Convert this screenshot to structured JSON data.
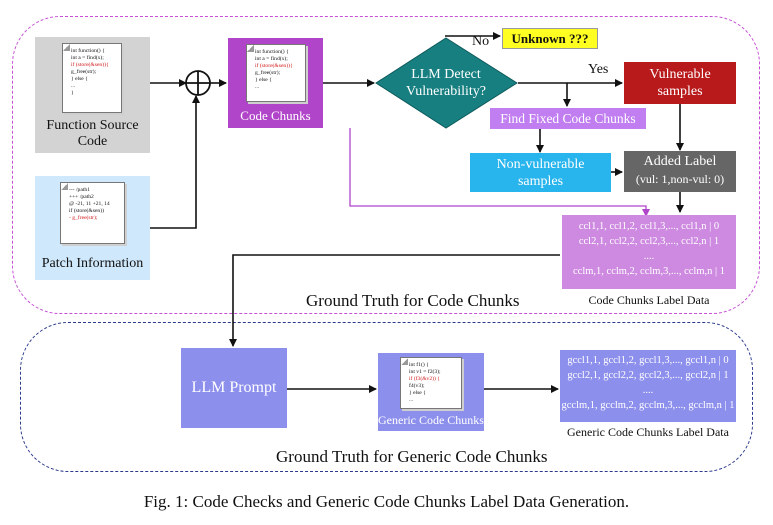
{
  "regions": {
    "top_label": "Ground Truth for Code Chunks",
    "bottom_label": "Ground Truth for Generic Code Chunks"
  },
  "nodes": {
    "function_source": {
      "label": "Function Source Code",
      "code_lines": [
        "int function() {",
        "  int a = find(x);",
        "  if (store(&sen)){",
        "    g_free(str);",
        "  } else {",
        "  ...",
        "  }"
      ],
      "highlight_line": "  if (store(&sen)){"
    },
    "patch_info": {
      "label": "Patch Information",
      "code_lines": [
        "---  /path1",
        "+++ /path2",
        "@ -21, 11 +21, 14",
        "  if (store(&sen))",
        "-   g_free(str);"
      ]
    },
    "code_chunks": {
      "label": "Code Chunks",
      "code_lines": [
        "int function() {",
        "  int a = find(x);",
        "  if (store(&sen)){",
        "    g_free(str);",
        "  } else {",
        "  ..."
      ]
    },
    "decision": {
      "label": "LLM Detect Vulnerability?"
    },
    "unknown": {
      "label": "Unknown ???"
    },
    "vulnerable": {
      "label": "Vulnerable samples"
    },
    "find_fixed": {
      "label": "Find Fixed Code Chunks"
    },
    "non_vulnerable": {
      "label": "Non-vulnerable samples"
    },
    "added_label": {
      "label": "Added Label",
      "sub": "(vul: 1,non-vul: 0)"
    },
    "chunk_data": {
      "rows": [
        "ccl1,1, ccl1,2, ccl1,3,..., ccl1,n | 0",
        "ccl2,1, ccl2,2, ccl2,3,..., ccl2,n | 1",
        "....",
        "cclm,1, cclm,2, cclm,3,..., cclm,n | 1"
      ],
      "label": "Code Chunks Label Data"
    },
    "llm_prompt": {
      "label": "LLM Prompt"
    },
    "generic_chunks": {
      "label": "Generic Code Chunks",
      "code_lines": [
        "int f1() {",
        "  int v1 = f2(3);",
        "  if (f3(&v2)) {",
        "    f4(v3);",
        "  } else {",
        "  ..."
      ]
    },
    "generic_data": {
      "rows": [
        "gccl1,1, gccl1,2, gccl1,3,..., gccl1,n | 0",
        "gccl2,1, gccl2,2, gccl2,3,..., gccl2,n | 1",
        "....",
        "gcclm,1, gcclm,2, gcclm,3,..., gcclm,n | 1"
      ],
      "label": "Generic Code Chunks Label Data"
    }
  },
  "edges": {
    "no": "No",
    "yes": "Yes"
  },
  "caption": "Fig. 1: Code Checks and Generic Code Chunks Label Data Generation.",
  "colors": {
    "gray_box": "#d3d3d3",
    "light_blue": "#cfe8fb",
    "purple": "#b145c9",
    "teal": "#177f80",
    "yellow": "#ffff22",
    "red": "#b8191b",
    "violet": "#c17ef0",
    "cyan": "#28b4ec",
    "dark_gray": "#666666",
    "lilac": "#cd8ae0",
    "periwinkle": "#8d8fec"
  }
}
